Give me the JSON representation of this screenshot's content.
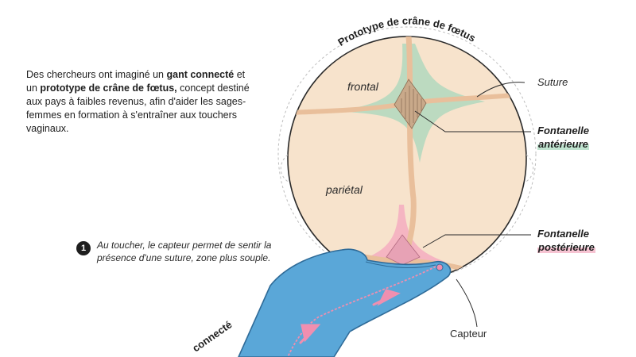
{
  "intro": {
    "p1": "Des chercheurs ont imaginé un ",
    "b1": "gant connecté",
    "p2": " et un ",
    "b2": "prototype de crâne de fœtus,",
    "p3": " concept destiné aux pays à faibles revenus, afin d'aider les sages-femmes en formation à s'entraîner aux touchers vaginaux."
  },
  "arc_title": "Prototype de crâne de fœtus",
  "labels": {
    "frontal": "frontal",
    "parietal": "pariétal",
    "suture": "Suture",
    "capteur": "Capteur",
    "fontanelle_ant_1": "Fontanelle",
    "fontanelle_ant_2": "antérieure",
    "fontanelle_post_1": "Fontanelle",
    "fontanelle_post_2": "postérieure"
  },
  "callout": {
    "number": "1",
    "text": "Au toucher, le capteur permet de sentir la présence d'une suture, zone plus souple."
  },
  "glove_label": "connecté",
  "colors": {
    "skull_fill": "#f7e3cc",
    "skull_stroke": "#2a2a2a",
    "suture": "#e9bf9b",
    "fontanelle_green": "#a8d7bc",
    "fontanelle_pink": "#f4a9bf",
    "glove": "#5aa7d8",
    "glove_dark": "#2f6b98",
    "arrow_pink": "#ef8fb0"
  }
}
